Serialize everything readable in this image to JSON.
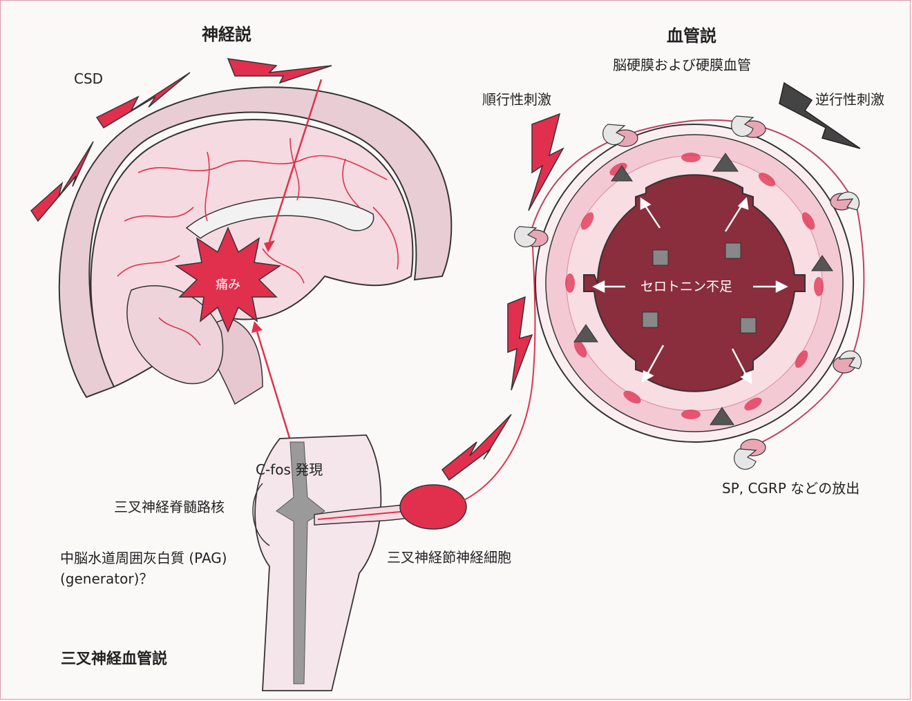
{
  "labels": {
    "neural_theory": "神経説",
    "csd": "CSD",
    "vascular_theory": "血管説",
    "dura_vessels": "脳硬膜および硬膜血管",
    "orthodromic": "順行性刺激",
    "antidromic": "逆行性刺激",
    "pain": "痛み",
    "serotonin": "セロトニン不足",
    "cfos": "C-fos 発現",
    "trigeminal_spinal_nucleus": "三叉神経脊髄路核",
    "pag_line1": "中脳水道周囲灰白質 (PAG)",
    "pag_line2": "(generator)？",
    "trigeminal_ganglion": "三叉神経節神経細胞",
    "sp_cgrp": "SP, CGRP などの放出",
    "trigeminovascular_theory": "三叉神経血管説"
  },
  "colors": {
    "red": "#e0304e",
    "pink": "#f3c9d3",
    "lightpink": "#f7e1e6",
    "maroon": "#8a2d3c",
    "gray": "#9a9a9a",
    "outline": "#333333"
  }
}
